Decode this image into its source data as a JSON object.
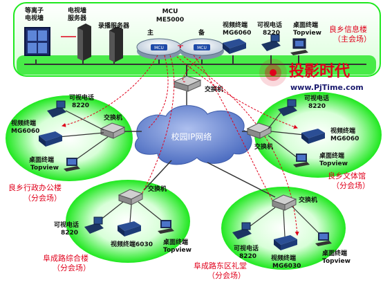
{
  "colors": {
    "accent_red": "#e0001b",
    "green": "#1fe81f",
    "cloud": "#6d8fd6",
    "line": "#3a3a3a"
  },
  "main_site": {
    "tv_wall": [
      "等离子",
      "电视墙"
    ],
    "tv_server": [
      "电视墙",
      "服务器"
    ],
    "record_server": "录播服务器",
    "mcu": [
      "MCU",
      "ME5000"
    ],
    "mcu_main": "主",
    "mcu_backup": "备",
    "mcu_label": "MCU",
    "video_terminal": [
      "视频终端",
      "MG6060"
    ],
    "phone": [
      "可视电话",
      "8220"
    ],
    "desktop": [
      "桌面终端",
      "Topview"
    ],
    "name": [
      "良乡信息楼",
      "（主会场）"
    ],
    "switch": "交换机"
  },
  "brand": {
    "title": "投影时代",
    "url": "www.PjTime.com"
  },
  "cloud_label": "校园IP网络",
  "sites": {
    "admin": {
      "phone": [
        "可视电话",
        "8220"
      ],
      "video": [
        "视频终端",
        "MG6060"
      ],
      "desktop": [
        "桌面终端",
        "Topview"
      ],
      "switch": "交换机",
      "name": [
        "良乡行政办公楼",
        "（分会场）"
      ]
    },
    "culture": {
      "phone": [
        "可视电话",
        "8220"
      ],
      "video": [
        "视频终端",
        "MG6060"
      ],
      "desktop": [
        "桌面终端",
        "Topview"
      ],
      "switch": "交换机",
      "name": [
        "良乡文体馆",
        "（分会场）"
      ]
    },
    "fucheng": {
      "switch": "交换机",
      "phone": [
        "可视电话",
        "8220"
      ],
      "video": "视频终端6030",
      "desktop": [
        "桌面终端",
        "Topview"
      ],
      "name": [
        "阜成路综合楼",
        "（分会场）"
      ]
    },
    "east": {
      "switch": "交换机",
      "phone": [
        "可视电话",
        "8220"
      ],
      "video": [
        "视频终端",
        "MG6030"
      ],
      "desktop": [
        "桌面终端",
        "Topview"
      ],
      "name": [
        "阜成路东区礼堂",
        "（分会场）"
      ]
    }
  }
}
